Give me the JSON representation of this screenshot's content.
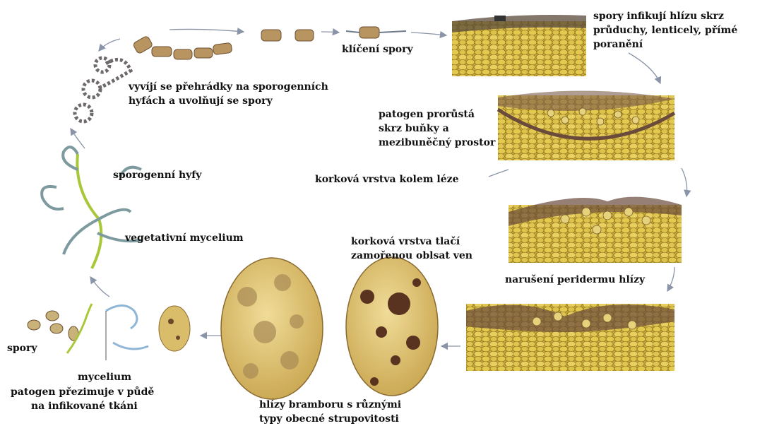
{
  "labels": {
    "spory_infikuji_1": "spory infikují hlízu skrz",
    "spory_infikuji_2": "průduchy, lenticely, přímé",
    "spory_infikuji_3": "poranění",
    "kliceni": "klíčení spory",
    "prehradky_1": "vyvíjí se přehrádky na sporogenních",
    "prehradky_2": "hyfách a uvolňují se spory",
    "prorusta_1": "patogen prorůstá",
    "prorusta_2": "skrz buňky a",
    "prorusta_3": "mezibuněčný prostor",
    "sporogenni": "sporogenní hyfy",
    "korkova_lez": "korková vrstva kolem léze",
    "vegetativni": "vegetativní mycelium",
    "tlaci_1": "korková vrstva tlačí",
    "tlaci_2": "zamořenou oblsat ven",
    "naruseni": "narušení peridermu hlízy",
    "spory": "spory",
    "mycelium": "mycelium",
    "prezimuje_1": "patogen přezimuje v půdě",
    "prezimuje_2": "na infikované tkáni",
    "hlizy_1": "hlízy bramboru s různými",
    "hlizy_2": "typy obecné strupovitosti"
  },
  "colors": {
    "text": "#111111",
    "arrow": "#8a94a8",
    "cell_fill": "#e3c94e",
    "cell_stroke": "#8a6e1c",
    "tuber_fill": "#d9bd6a",
    "lesion": "#5a3320",
    "spore": "#b89460",
    "hypha": "#7d9a9e",
    "hypha_green": "#a8c83a"
  }
}
